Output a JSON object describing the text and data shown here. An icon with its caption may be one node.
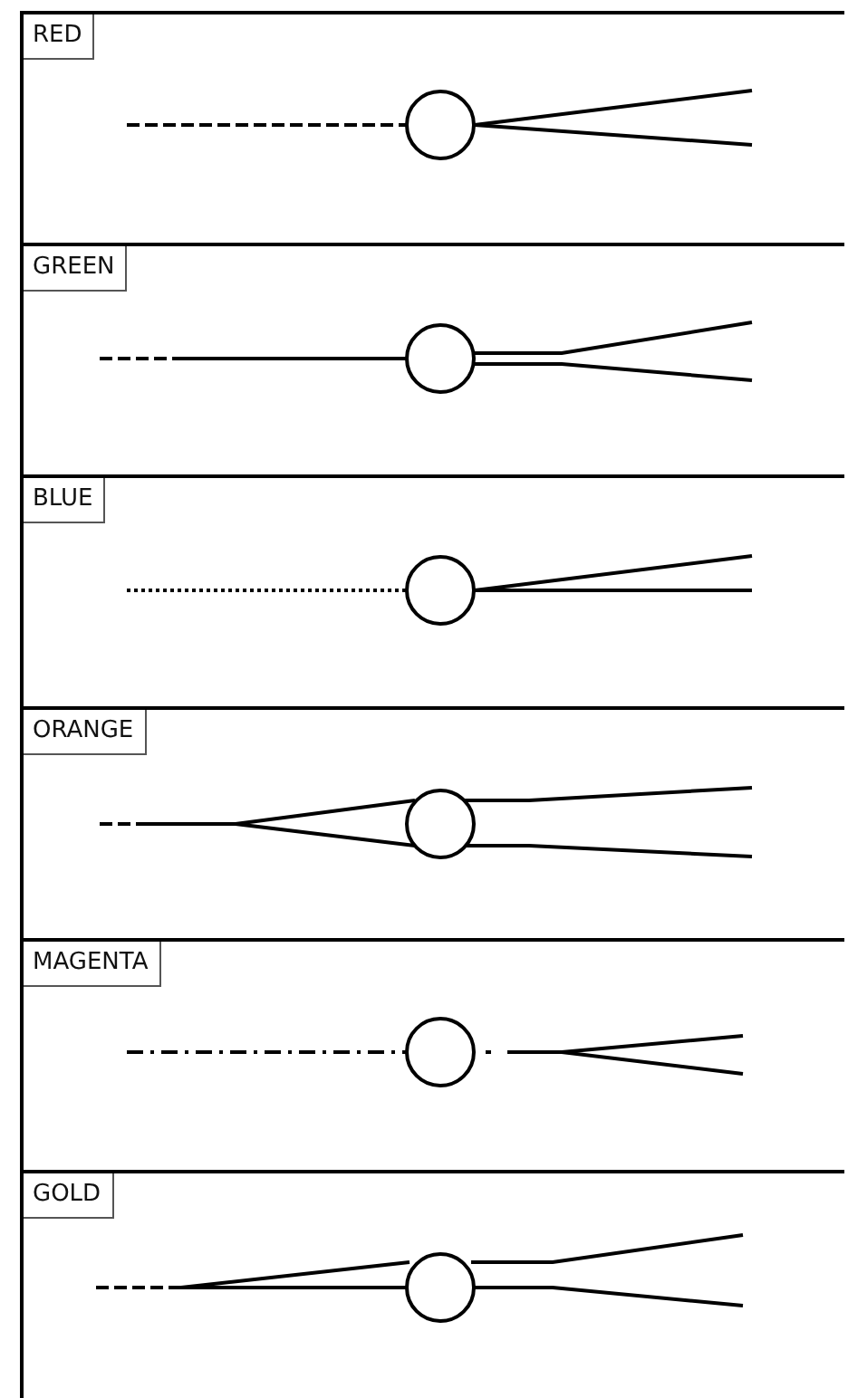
{
  "diagram": {
    "nodes": [
      {
        "text": [
          "RED"
        ]
      },
      {
        "text": [
          "GREEN"
        ]
      },
      {
        "text": [
          "BLUE"
        ]
      },
      {
        "text": [
          "ORANGE"
        ]
      },
      {
        "text": [
          "MAGENTA"
        ]
      },
      {
        "text": [
          "GOLD"
        ]
      }
    ]
  }
}
